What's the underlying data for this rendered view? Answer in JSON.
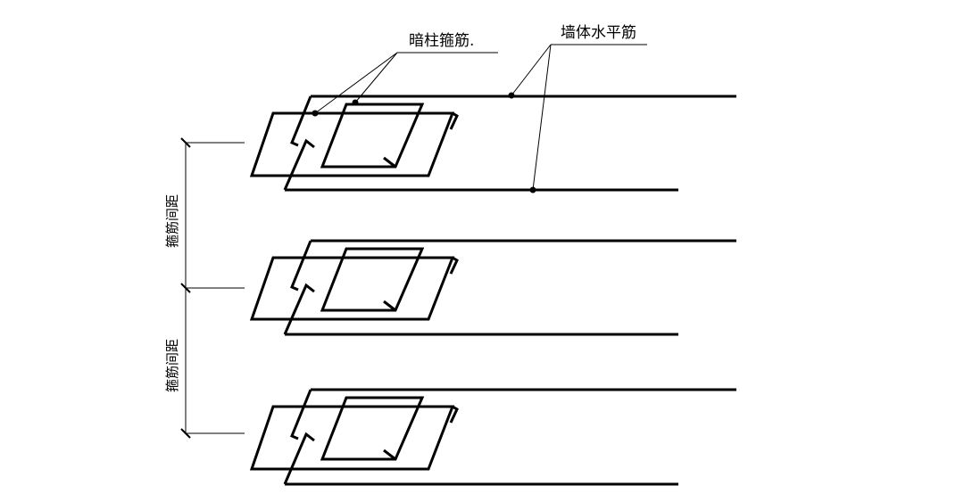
{
  "labels": {
    "column_stirrup": "暗柱箍筋.",
    "wall_horizontal_bar": "墙体水平筋",
    "stirrup_spacing_upper": "箍筋间距",
    "stirrup_spacing_lower": "箍筋间距"
  },
  "colors": {
    "line": "#000000",
    "background": "#ffffff"
  }
}
